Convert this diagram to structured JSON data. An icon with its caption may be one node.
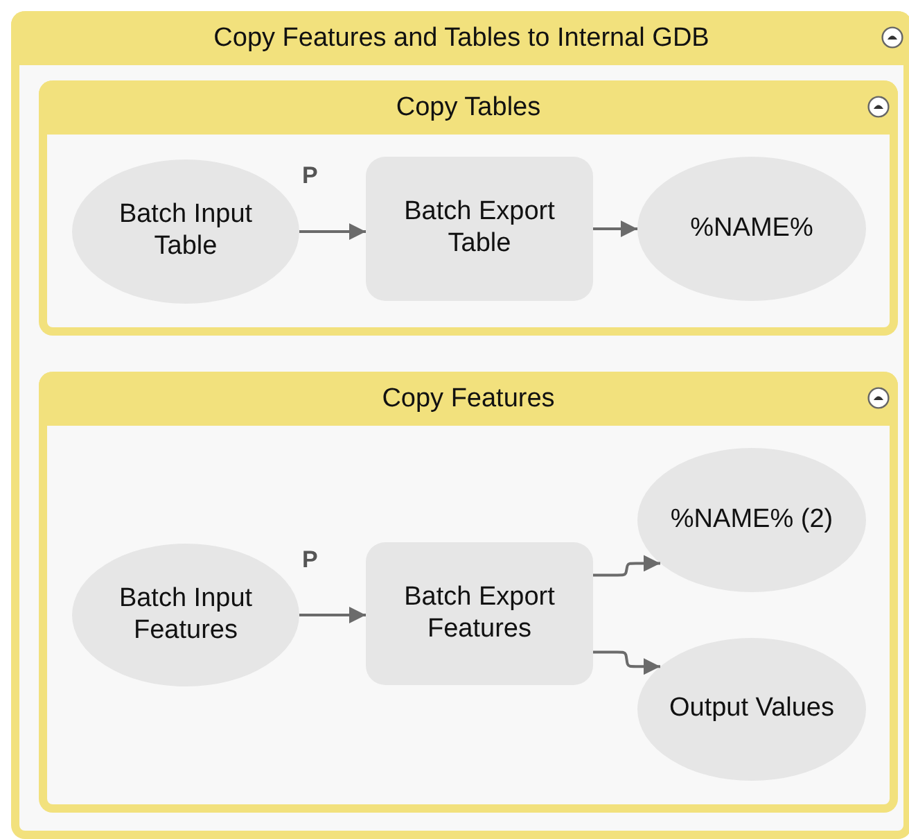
{
  "diagram": {
    "nodes": [
      {
        "text": [
          "Copy Features and Tables to Internal GDB"
        ]
      },
      {
        "text": [
          "Copy Tables"
        ],
        "in": 0
      },
      {
        "text": [
          "Batch Input Table"
        ],
        "in": 1,
        "beside": [
          "P"
        ]
      },
      {
        "text": [
          "Batch Export Table"
        ],
        "in": 1
      },
      {
        "text": [
          "%NAME%"
        ],
        "in": 1
      },
      {
        "text": [
          "Copy Features"
        ],
        "in": 0
      },
      {
        "text": [
          "Batch Input Features"
        ],
        "in": 5,
        "beside": [
          "P"
        ]
      },
      {
        "text": [
          "Batch Export Features"
        ],
        "in": 5
      },
      {
        "text": [
          "%NAME% (2)"
        ],
        "in": 5
      },
      {
        "text": [
          "Output Values"
        ],
        "in": 5
      }
    ],
    "edges": [
      {
        "from": 2,
        "to": 3,
        "arrow": "to"
      },
      {
        "from": 3,
        "to": 4,
        "arrow": "to"
      },
      {
        "from": 6,
        "to": 7,
        "arrow": "to"
      },
      {
        "from": 7,
        "to": 8,
        "arrow": "to"
      },
      {
        "from": 7,
        "to": 9,
        "arrow": "to"
      }
    ]
  }
}
